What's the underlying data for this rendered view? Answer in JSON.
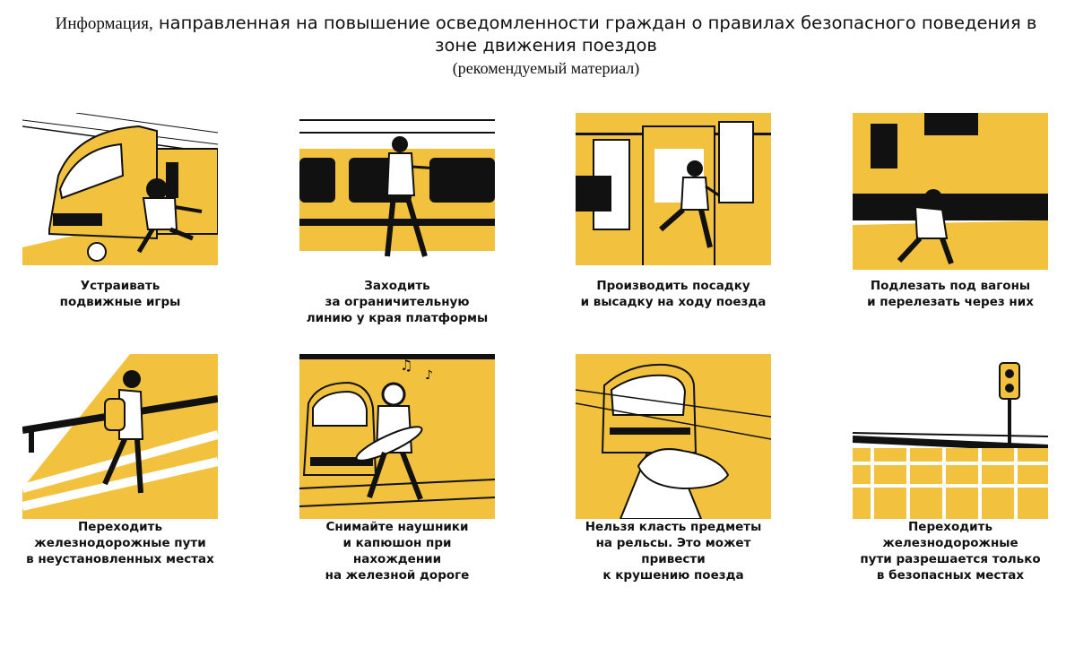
{
  "header": {
    "title_lead": "Информация,",
    "title_main": " направленная на повышение осведомленности граждан о правилах безопасного поведения в зоне движения поездов",
    "subtitle": "(рекомендуемый материал)"
  },
  "colors": {
    "accent": "#F2C23E",
    "ink": "#111111"
  },
  "tiles": [
    {
      "caption": "Устраивать\nподвижные игры",
      "icon": "kid-playing-ball-near-train"
    },
    {
      "caption": "Заходить\nза ограничительную\nлинию у края платформы",
      "icon": "woman-crossing-platform-line"
    },
    {
      "caption": "Производить посадку\nи высадку на ходу поезда",
      "icon": "man-jumping-from-moving-train"
    },
    {
      "caption": "Подлезать под вагоны\nи перелезать через них",
      "icon": "person-crawling-under-wagon"
    },
    {
      "caption": "Переходить\nжелезнодорожные пути\nв неустановленных местах",
      "icon": "boy-crossing-tracks"
    },
    {
      "caption": "Снимайте наушники\nи капюшон при нахождении\nна железной дороге",
      "icon": "girl-with-headphones-near-train"
    },
    {
      "caption": "Нельзя класть предметы\nна рельсы. Это может привести\nк крушению поезда",
      "icon": "bag-on-rails-icon"
    },
    {
      "caption": "Переходить железнодорожные\nпути разрешается только\nв безопасных местах",
      "icon": "safe-crossing-traffic-light-icon"
    }
  ]
}
